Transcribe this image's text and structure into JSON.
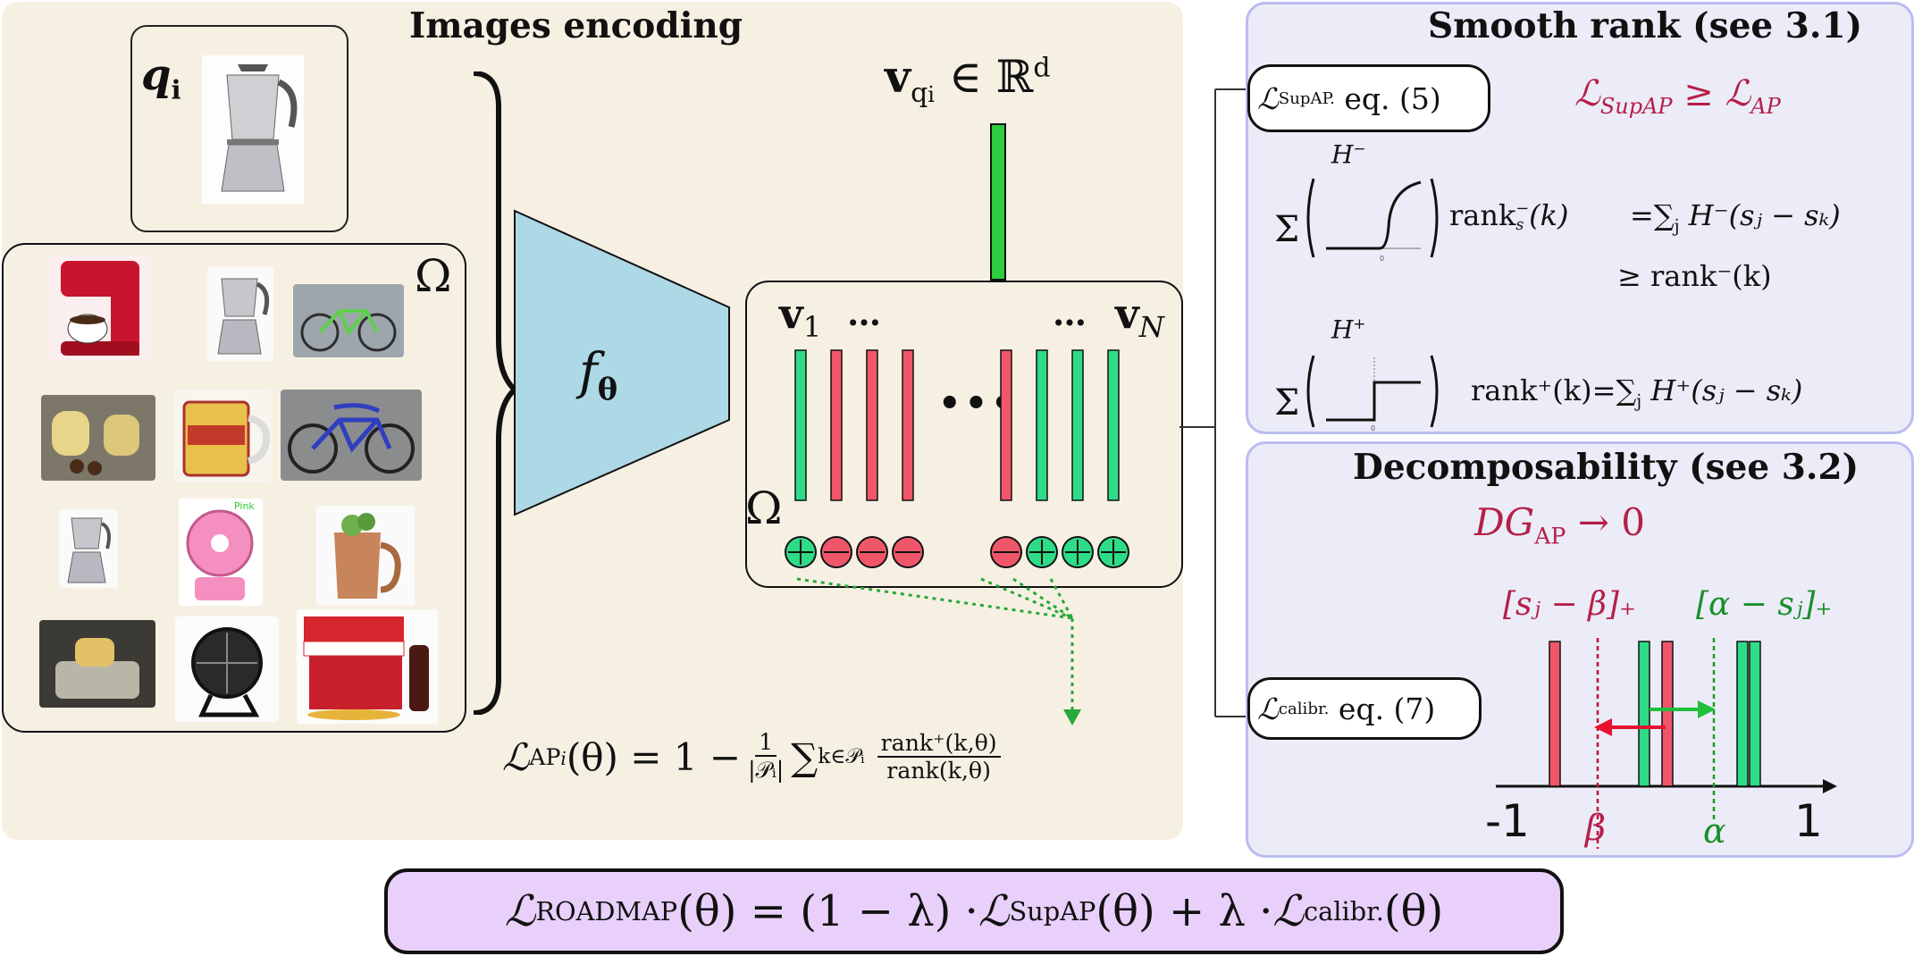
{
  "encoding": {
    "heading": "Images encoding",
    "query_label": "q",
    "query_sub": "i",
    "database_label": "Ω",
    "network_label": "f",
    "network_sub": "θ",
    "query_embedding_label": "v",
    "query_embedding_tail": "∈ ℝ",
    "query_embedding_exp": "d",
    "emb_first": "v",
    "emb_first_sub": "1",
    "emb_last": "v",
    "emb_last_sub": "N",
    "dots": "…",
    "big_dots": "•••",
    "omega_small": "Ω",
    "bars": [
      "green",
      "red",
      "red",
      "red",
      "red",
      "green",
      "green",
      "green"
    ],
    "signs": [
      "+",
      "−",
      "−",
      "−",
      "−",
      "+",
      "+",
      "+"
    ],
    "ap_formula": {
      "lhs": "ℒ",
      "lhs_sub": "AP",
      "lhs_subsub": "i",
      "middle": "(θ) = 1 − ",
      "frac1_num": "1",
      "frac1_den": "|𝒫ᵢ|",
      "sum": "∑",
      "sum_sub": "k∈𝒫ᵢ",
      "frac2_num": "rank⁺(k,θ)",
      "frac2_den": "rank(k,θ)"
    }
  },
  "smooth_rank": {
    "heading": "Smooth rank (see 3.1)",
    "pill_loss": "ℒ",
    "pill_sub": "SupAP.",
    "pill_text": "eq. (5)",
    "bound_lhs": "ℒ",
    "bound_lhs_sub": "SupAP",
    "bound_op": "≥",
    "bound_rhs": "ℒ",
    "bound_rhs_sub": "AP",
    "h_minus": "H",
    "h_minus_sup": "−",
    "h_plus": "H",
    "h_plus_sup": "+",
    "sigma": "Σ",
    "tick_zero": "0",
    "rank_minus_s": "rank",
    "rank_minus_s_sub": "s",
    "rank_minus_s_sup": "−",
    "rank_minus_s_tail": "(k)",
    "rank_minus_eq": "=∑",
    "rank_minus_eq_sub": "j",
    "rank_minus_eq_tail": " H⁻(sⱼ − sₖ)",
    "rank_minus_ge": "≥ rank⁻(k)",
    "rank_plus": "rank⁺(k)=∑",
    "rank_plus_sub": "j",
    "rank_plus_tail": " H⁺(sⱼ − sₖ)"
  },
  "decomposability": {
    "heading": "Decomposability (see 3.2)",
    "dg": "DG",
    "dg_sub": "AP",
    "dg_tail": " → 0",
    "pill_loss": "ℒ",
    "pill_sub": "calibr.",
    "pill_text": "eq. (7)",
    "neg_label": "[sⱼ − β]₊",
    "pos_label": "[α − sⱼ]₊",
    "axis_min": "-1",
    "axis_max": "1",
    "beta": "β",
    "alpha": "α"
  },
  "final_loss": {
    "lhs": "ℒ",
    "lhs_sub": "ROADMAP",
    "part1": "(θ) = (1 − λ) · ",
    "l2": "ℒ",
    "l2_sub": "SupAP",
    "part2": "(θ) + λ · ",
    "l3": "ℒ",
    "l3_sub": "calibr.",
    "part3": "(θ)"
  },
  "colors": {
    "encoding_bg": "#f6f0e3",
    "right_panel_bg": "#ececf8",
    "right_panel_border": "#b9bdf0",
    "network": "#add8e6",
    "positive": "#2edc87",
    "negative": "#f0566a",
    "final_bg": "#e8d0fb",
    "loss_red": "#b51f48",
    "loss_green": "#1a8f2a"
  }
}
